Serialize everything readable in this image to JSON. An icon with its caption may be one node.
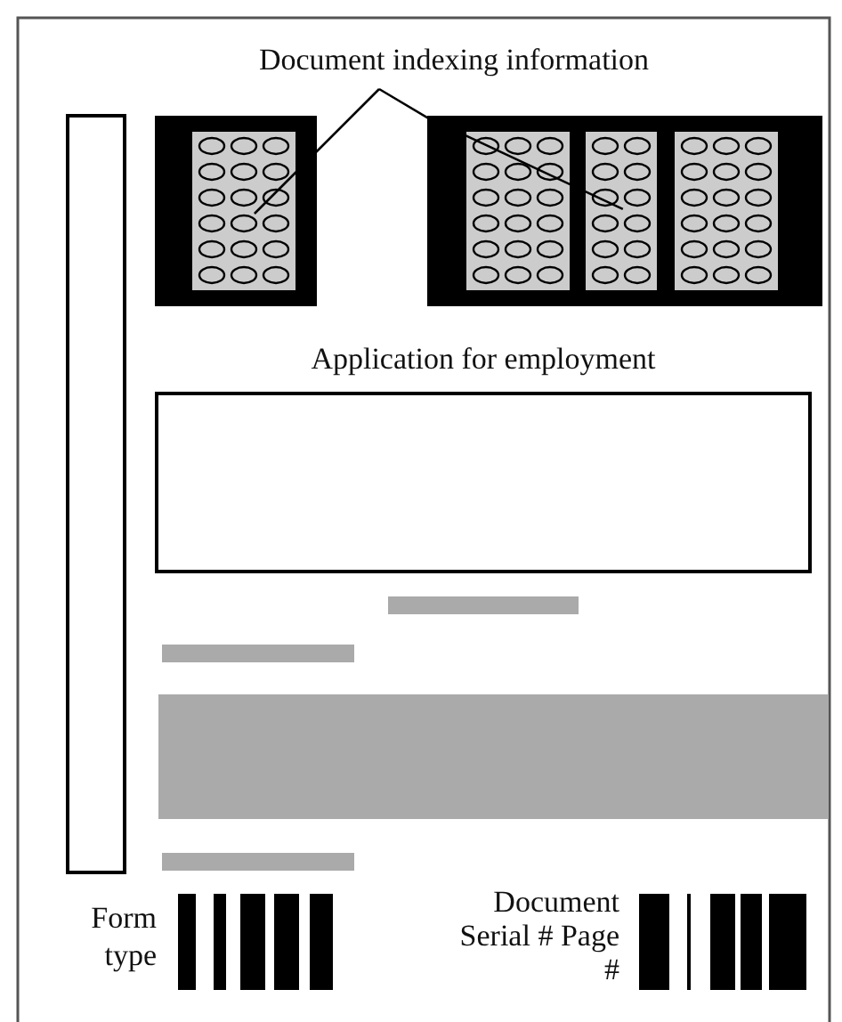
{
  "diagram": {
    "nodes": [
      {
        "text": [
          "Document indexing information"
        ]
      },
      {
        "text": [],
        "shape": "box"
      },
      {
        "text": [],
        "shape": "box"
      },
      {
        "text": [
          "Application for employment"
        ]
      }
    ],
    "edges": [
      {
        "from": 0,
        "to": 1,
        "arrow": "none"
      },
      {
        "from": 0,
        "to": 2,
        "arrow": "none"
      }
    ],
    "labels": [
      "Form type",
      "Document Serial # Page #"
    ]
  }
}
